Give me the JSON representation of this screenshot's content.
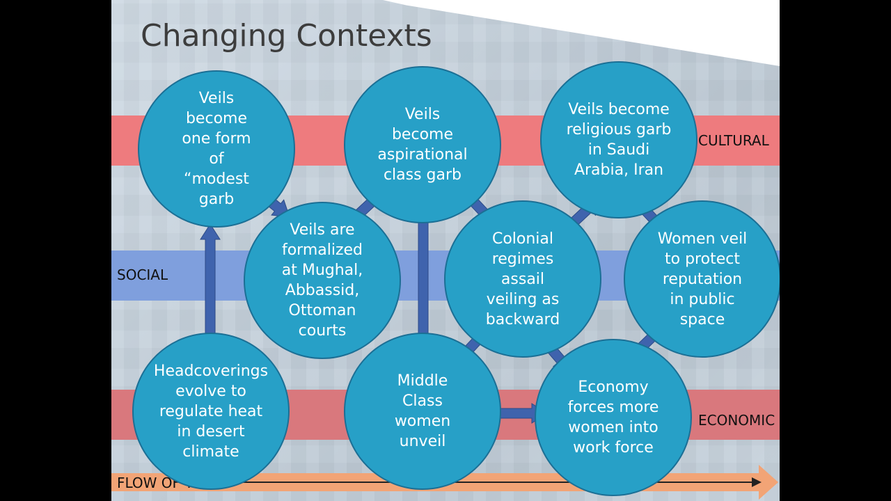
{
  "title": "Changing Contexts",
  "bands": {
    "cultural": "CULTURAL",
    "social": "SOCIAL",
    "economic": "ECONOMIC"
  },
  "flow_label": "FLOW OF TIME",
  "nodes": {
    "veils_modest_garb": "Veils\nbecome\none form\nof\n“modest\ngarb",
    "veils_formalized": "Veils are\nformalized\nat Mughal,\nAbbassid,\nOttoman\ncourts",
    "veils_aspirational": "Veils\nbecome\naspirational\nclass garb",
    "headcoverings": "Headcoverings\nevolve to\nregulate heat\nin desert\nclimate",
    "middle_class": "Middle\nClass\nwomen\nunveil",
    "colonial": "Colonial\nregimes\nassail\nveiling as\nbackward",
    "religious_garb": "Veils become\nreligious garb\nin Saudi\nArabia, Iran",
    "economy": "Economy\nforces more\nwomen into\nwork force",
    "women_veil": "Women veil\nto protect\nreputation\nin public\nspace"
  },
  "colors": {
    "node_fill": "#27a0c7",
    "arrow_fill": "#3f63ad",
    "cultural_band": "#ee7b7e",
    "social_band": "#7f9fdd",
    "economic_band": "#d9787d",
    "flow_band": "#f2a476"
  }
}
